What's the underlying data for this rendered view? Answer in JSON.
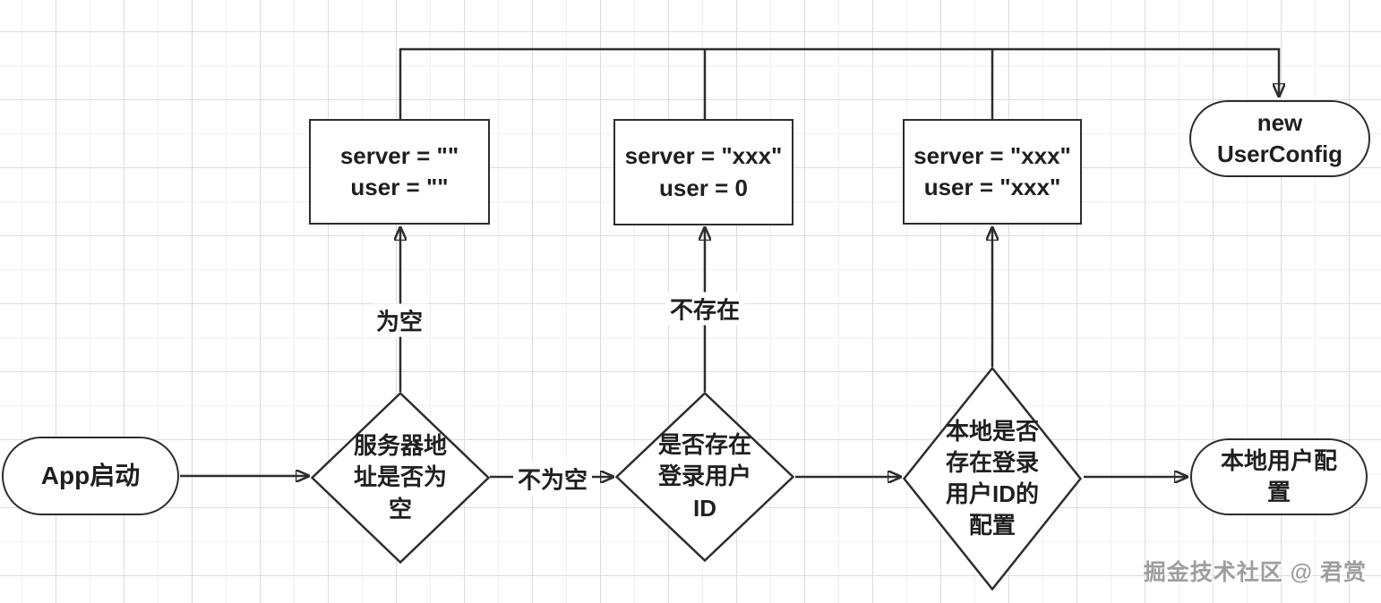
{
  "nodes": {
    "start": {
      "label": "App启动"
    },
    "decision_server_empty": {
      "label": "服务器地址是否为空"
    },
    "decision_user_id": {
      "label": "是否存在登录用户ID"
    },
    "decision_local_config": {
      "label": "本地是否存在登录用户ID的配置"
    },
    "box_empty": {
      "line1": "server = \"\"",
      "line2": "user = \"\""
    },
    "box_user_zero": {
      "line1": "server = \"xxx\"",
      "line2": "user = 0"
    },
    "box_user_xxx": {
      "line1": "server = \"xxx\"",
      "line2": "user = \"xxx\""
    },
    "new_user_config": {
      "label": "new UserConfig"
    },
    "local_user_config": {
      "label": "本地用户配置"
    }
  },
  "edge_labels": {
    "is_empty": "为空",
    "not_empty": "不为空",
    "not_exist": "不存在"
  },
  "watermark": "掘金技术社区 @ 君赏",
  "colors": {
    "stroke": "#2d2d2d",
    "grid_major": "#dcdcdc",
    "grid_minor": "#f1f1f1",
    "node_fill": "#ffffff"
  }
}
